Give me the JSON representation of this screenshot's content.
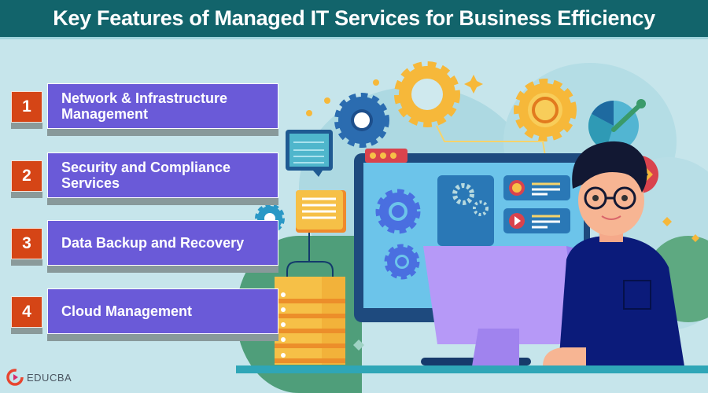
{
  "header": {
    "title": "Key Features of Managed IT Services for Business Efficiency"
  },
  "features": [
    {
      "number": "1",
      "label_line1": "Network & Infrastructure",
      "label_line2": "Management"
    },
    {
      "number": "2",
      "label_line1": "Security and Compliance",
      "label_line2": "Services"
    },
    {
      "number": "3",
      "label_line1": "Data Backup and Recovery",
      "label_line2": ""
    },
    {
      "number": "4",
      "label_line1": "Cloud Management",
      "label_line2": ""
    }
  ],
  "logo": {
    "text": "EDUCBA"
  },
  "colors": {
    "header_bg": "#12646b",
    "background": "#c6e5eb",
    "number_badge": "#d54516",
    "feature_box": "#6a5ad8",
    "gear_yellow": "#f6b83a",
    "gear_blue": "#2b6cb0",
    "monitor_screen": "#6cc4ea",
    "shirt": "#0b1b7a",
    "monitor_purple": "#b699f7"
  }
}
